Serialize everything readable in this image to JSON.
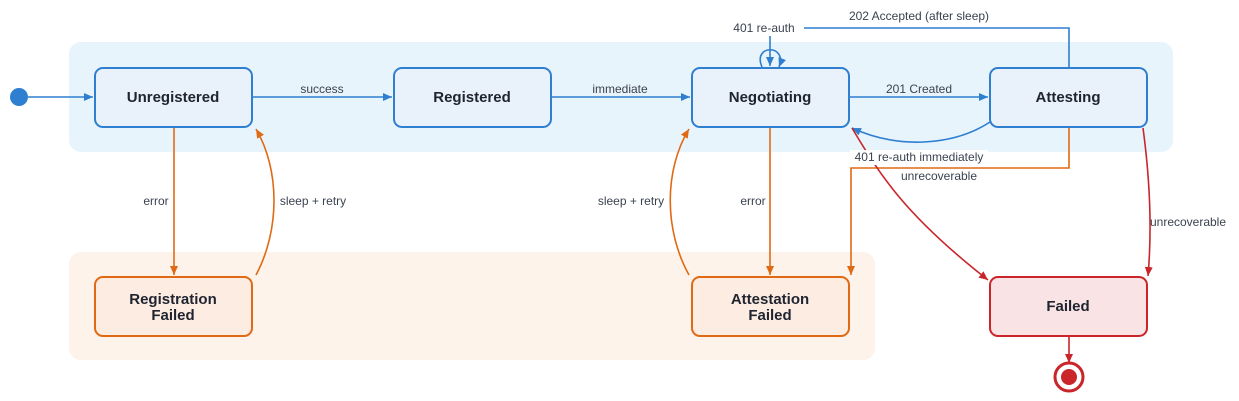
{
  "states": {
    "unregistered": "Unregistered",
    "registered": "Registered",
    "negotiating": "Negotiating",
    "attesting": "Attesting",
    "registration_failed": [
      "Registration",
      "Failed"
    ],
    "attestation_failed": [
      "Attestation",
      "Failed"
    ],
    "failed": "Failed"
  },
  "transitions": {
    "success": "success",
    "immediate": "immediate",
    "created_201": "201 Created",
    "reauth_401": "401 re-auth",
    "accepted_202": "202 Accepted (after sleep)",
    "reauth_immediately": "401 re-auth immediately",
    "unrecoverable_1": "unrecoverable",
    "unrecoverable_2": "unrecoverable",
    "error_registration": "error",
    "sleep_retry_registration": "sleep + retry",
    "sleep_retry_attestation": "sleep + retry",
    "error_attestation": "error"
  },
  "colors": {
    "blue": "#2f7fd0",
    "blue_region": "#e8f4fc",
    "state_fill": "#e9f1fa",
    "orange": "#e06a14",
    "orange_region": "#fdf3ea",
    "orange_fill": "#fcece1",
    "red": "#c9252b",
    "red_fill": "#f9e3e4"
  }
}
